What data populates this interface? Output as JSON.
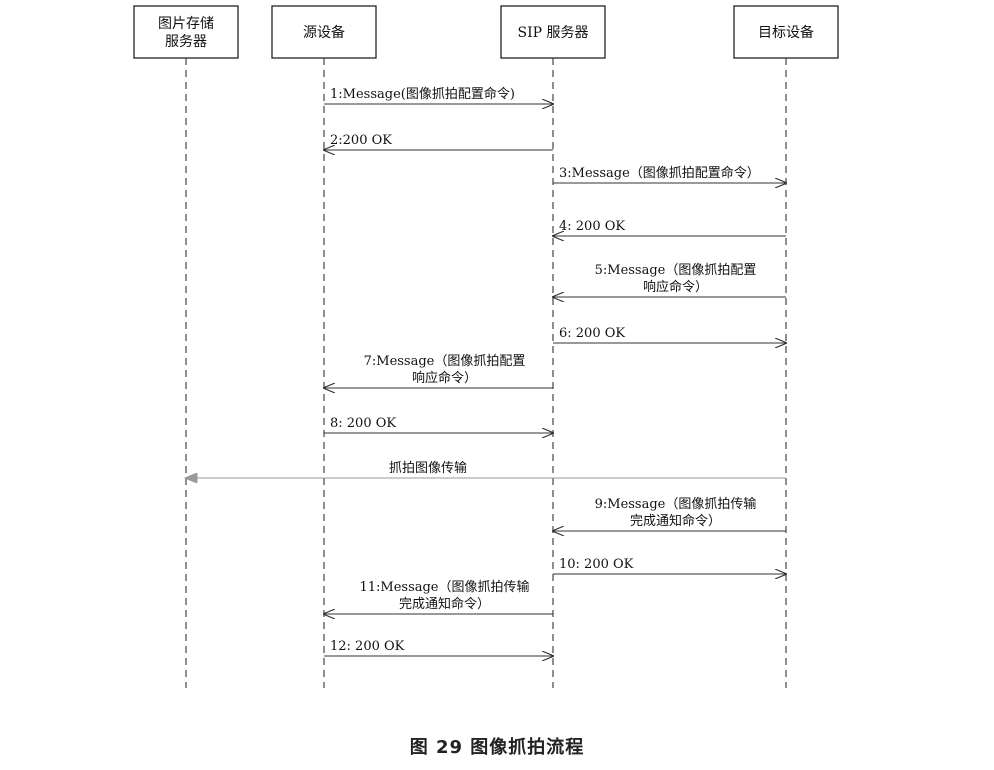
{
  "participants": [
    {
      "id": "pic",
      "lines": [
        "图片存储",
        "服务器"
      ]
    },
    {
      "id": "src",
      "lines": [
        "源设备"
      ]
    },
    {
      "id": "sip",
      "lines": [
        "SIP 服务器"
      ]
    },
    {
      "id": "dst",
      "lines": [
        "目标设备"
      ]
    }
  ],
  "messages": [
    {
      "from": "src",
      "to": "sip",
      "lines": [
        "1:Message(图像抓拍配置命令)"
      ]
    },
    {
      "from": "sip",
      "to": "src",
      "lines": [
        "2:200 OK"
      ]
    },
    {
      "from": "sip",
      "to": "dst",
      "lines": [
        "3:Message（图像抓拍配置命令）"
      ]
    },
    {
      "from": "dst",
      "to": "sip",
      "lines": [
        "4: 200  OK"
      ]
    },
    {
      "from": "dst",
      "to": "sip",
      "lines": [
        "5:Message（图像抓拍配置",
        "响应命令）"
      ]
    },
    {
      "from": "sip",
      "to": "dst",
      "lines": [
        "6: 200  OK"
      ]
    },
    {
      "from": "sip",
      "to": "src",
      "lines": [
        "7:Message（图像抓拍配置",
        "响应命令）"
      ]
    },
    {
      "from": "src",
      "to": "sip",
      "lines": [
        "8: 200  OK"
      ]
    },
    {
      "from": "dst",
      "to": "pic",
      "lines": [
        "抓拍图像传输"
      ],
      "style": "gray"
    },
    {
      "from": "dst",
      "to": "sip",
      "lines": [
        "9:Message（图像抓拍传输",
        "完成通知命令）"
      ]
    },
    {
      "from": "sip",
      "to": "dst",
      "lines": [
        "10: 200  OK"
      ]
    },
    {
      "from": "sip",
      "to": "src",
      "lines": [
        "11:Message（图像抓拍传输",
        "完成通知命令）"
      ]
    },
    {
      "from": "src",
      "to": "sip",
      "lines": [
        "12: 200  OK"
      ]
    }
  ],
  "caption": "图 29   图像抓拍流程"
}
